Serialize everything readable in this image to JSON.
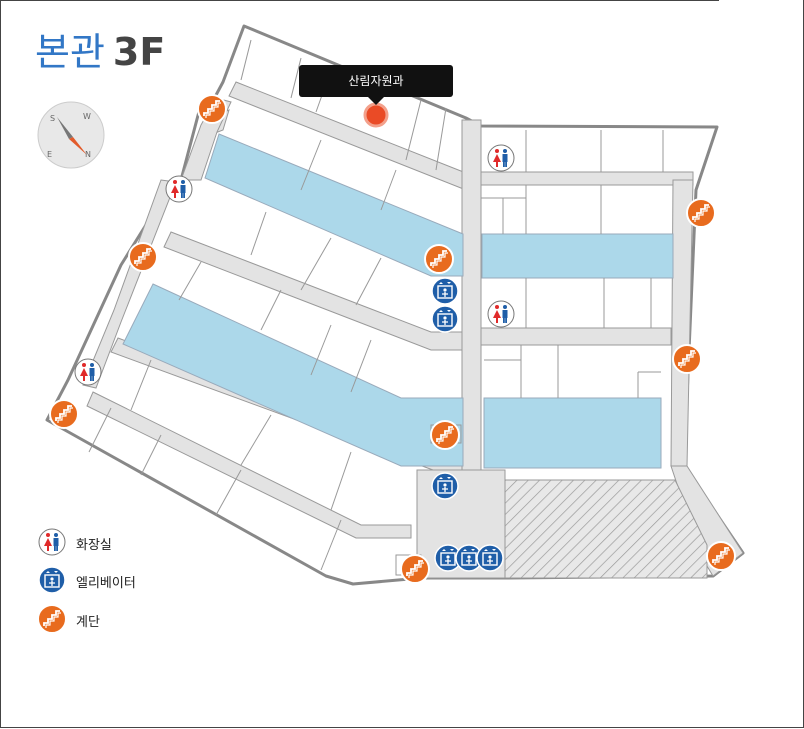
{
  "header": {
    "building": "본관",
    "floor": "3F"
  },
  "compass": {
    "labels": [
      "S",
      "W",
      "E",
      "N"
    ]
  },
  "marker": {
    "label": "산림자원과",
    "color": "#ea4b26"
  },
  "legend": {
    "items": [
      {
        "icon": "restroom-icon",
        "label": "화장실"
      },
      {
        "icon": "elevator-icon",
        "label": "엘리베이터"
      },
      {
        "icon": "stairs-icon",
        "label": "계단"
      }
    ]
  },
  "colors": {
    "corridor": "#e3e3e3",
    "atrium": "#acd8ea",
    "wall": "#888888",
    "stairs": "#e86b1e",
    "elevator": "#1f5ea8",
    "restroom_female": "#e02a2a",
    "restroom_male": "#1f5ea8"
  }
}
